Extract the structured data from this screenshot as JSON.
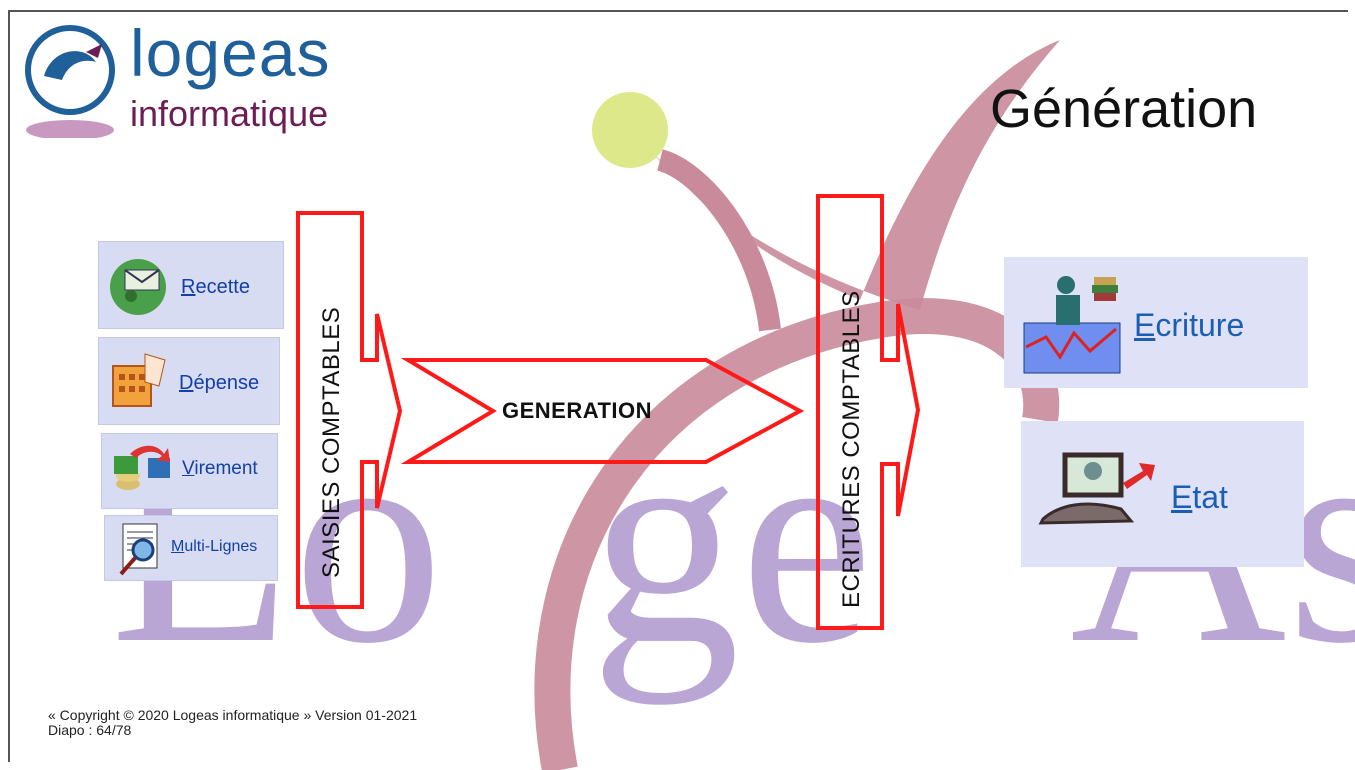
{
  "brand": {
    "name": "logeas",
    "sub": "informatique",
    "watermark": "LogeAs"
  },
  "slide": {
    "title": "Génération"
  },
  "left_menu": {
    "items": [
      {
        "label": "Recette",
        "icon": "recette-icon"
      },
      {
        "label": "Dépense",
        "icon": "depense-icon"
      },
      {
        "label": "Virement",
        "icon": "virement-icon"
      },
      {
        "label": "Multi-Lignes",
        "icon": "multi-lignes-icon"
      }
    ]
  },
  "diagram": {
    "input_label": "SAISIES COMPTABLES",
    "process_label": "GENERATION",
    "output_label": "ECRITURES COMPTABLES"
  },
  "right_menu": {
    "items": [
      {
        "label": "Ecriture",
        "icon": "ecriture-icon"
      },
      {
        "label": "Etat",
        "icon": "etat-icon"
      }
    ]
  },
  "footer": {
    "copyright": "« Copyright © 2020 Logeas informatique » Version 01-2021",
    "page": "Diapo : 64/78"
  },
  "colors": {
    "accent_red": "#ff1a1a",
    "watermark_purple": "#b9a6d4",
    "swoosh_pink": "#c98b9b",
    "button_bg": "#d8dcf2",
    "link_blue": "#1340a8"
  }
}
